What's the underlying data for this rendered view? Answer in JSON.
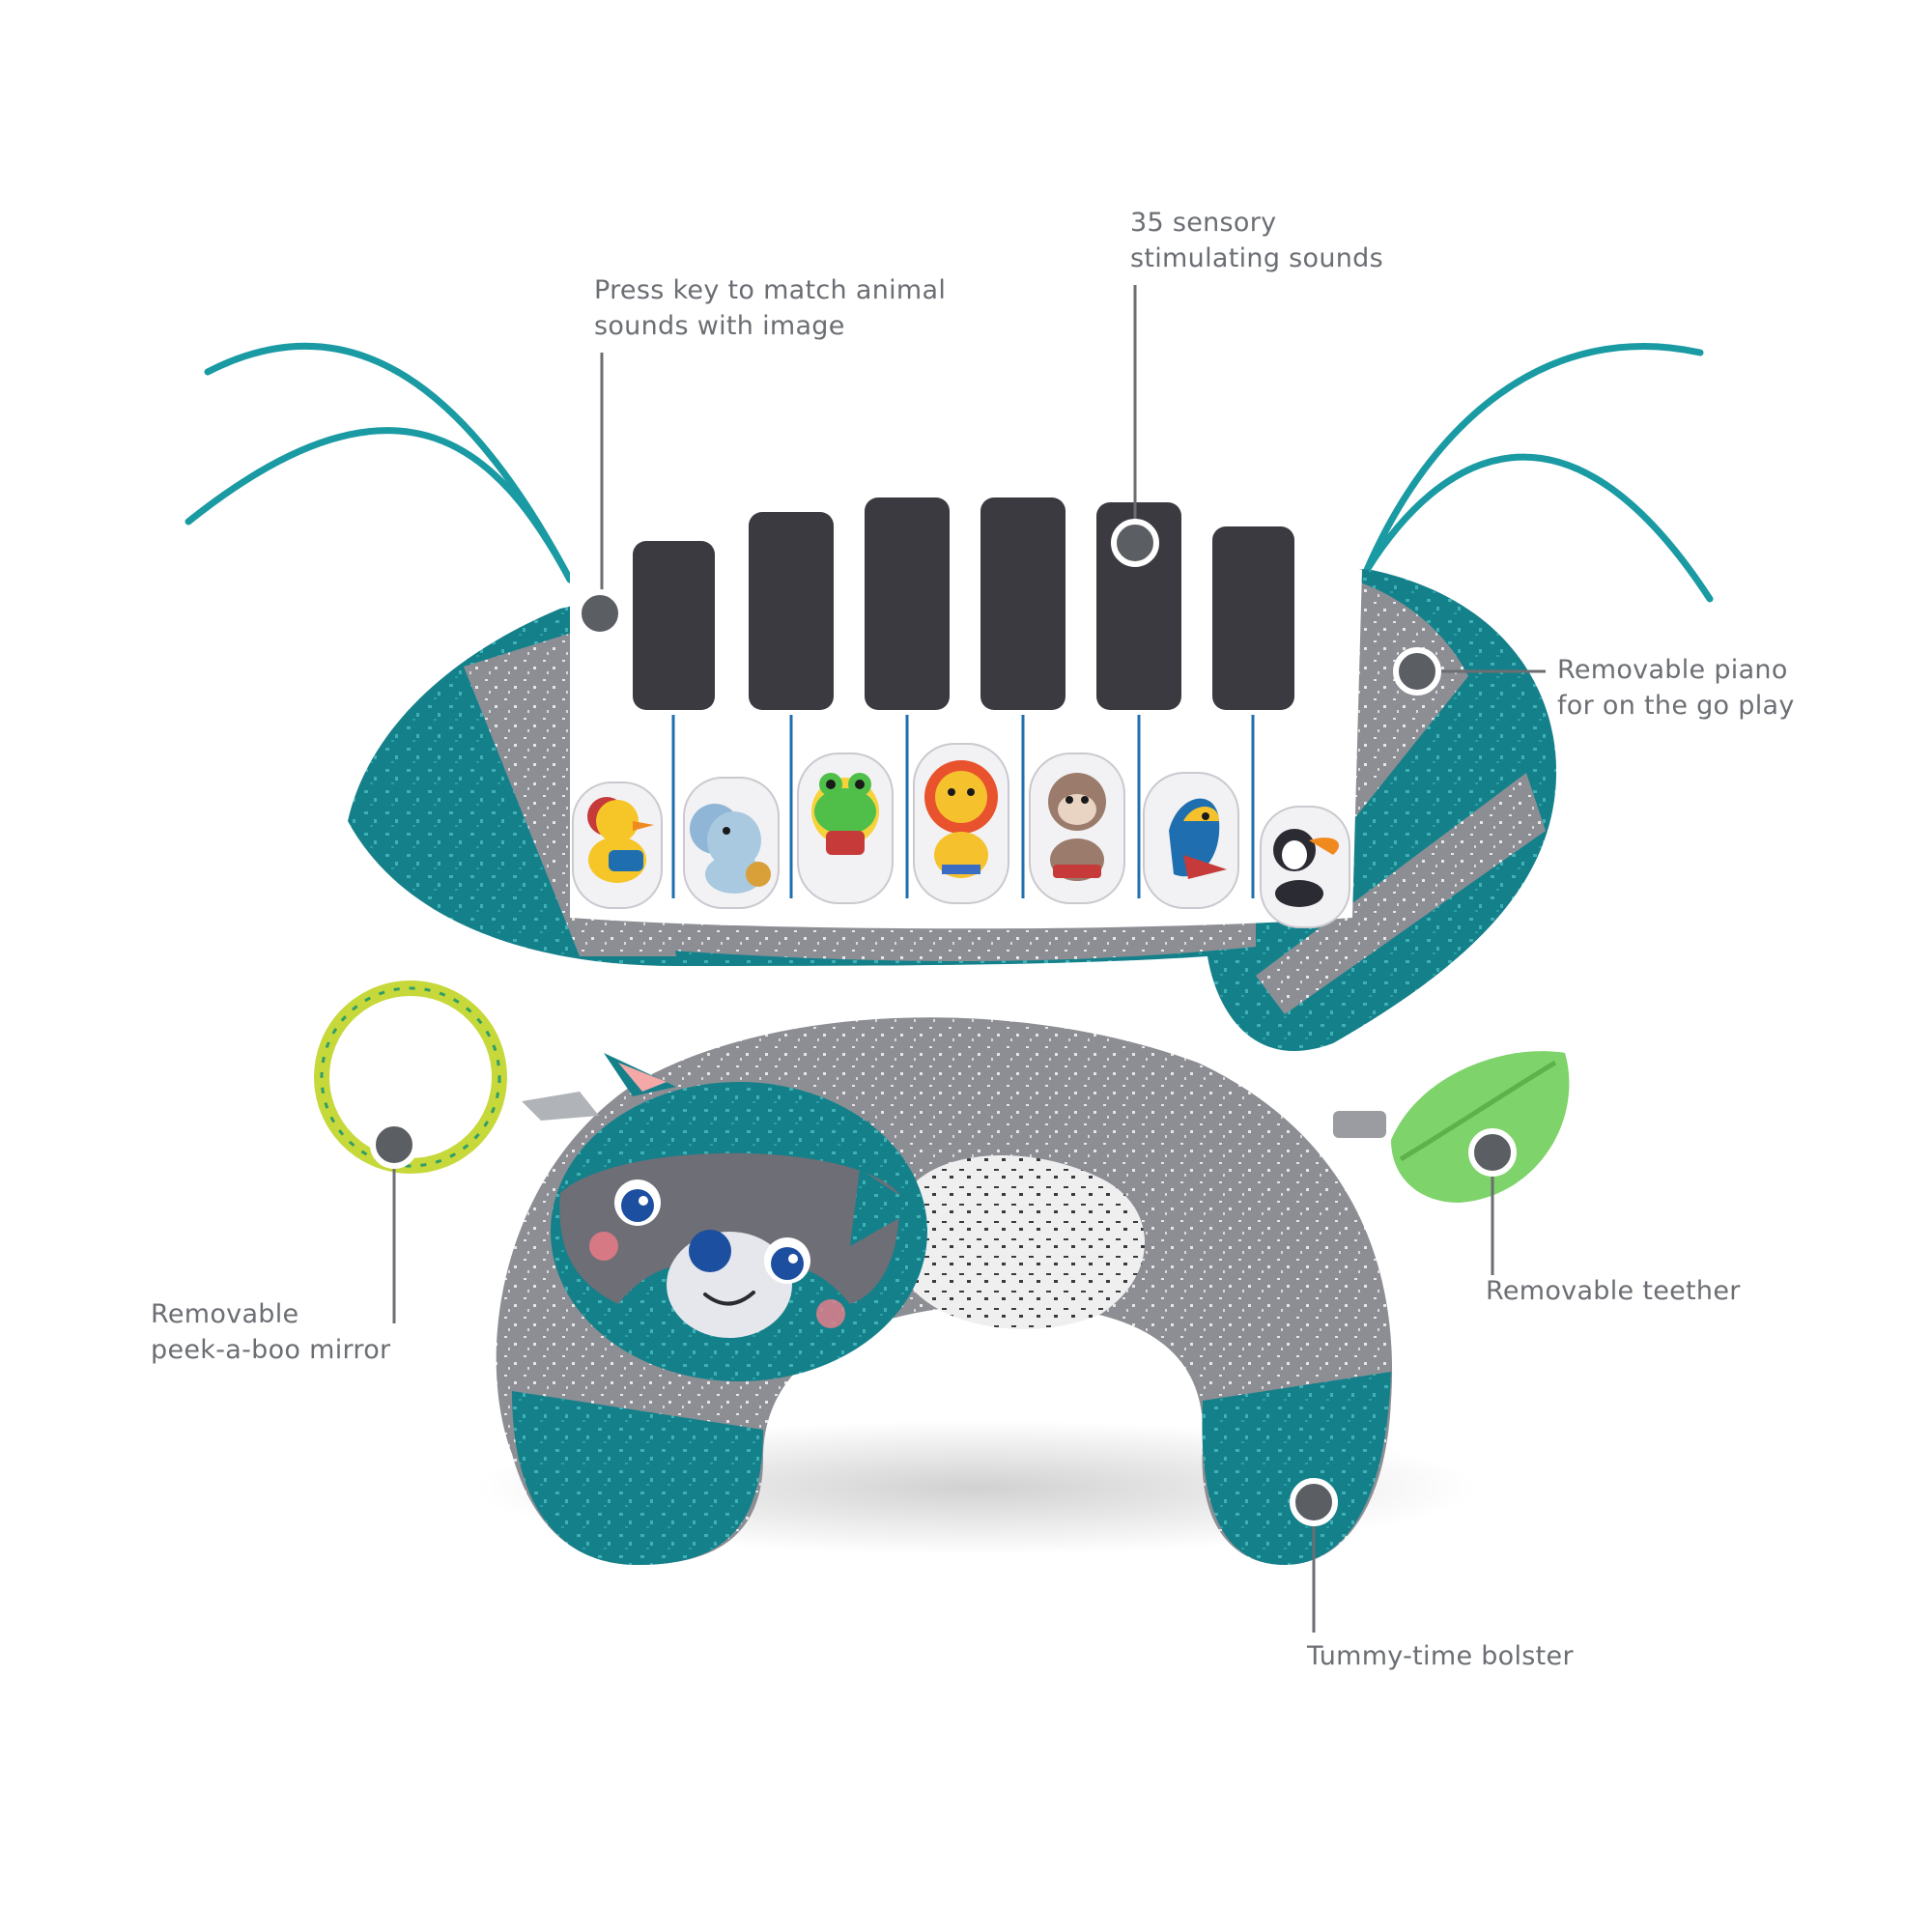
{
  "callouts": {
    "press_key": {
      "line1": "Press key to match animal",
      "line2": "sounds with image"
    },
    "sounds": {
      "line1": "35 sensory",
      "line2": "stimulating sounds"
    },
    "piano": {
      "line1": "Removable piano",
      "line2": "for on the go play"
    },
    "teether": {
      "line1": "Removable teether"
    },
    "mirror": {
      "line1": "Removable",
      "line2": "peek-a-boo mirror"
    },
    "bolster": {
      "line1": "Tummy-time bolster"
    }
  },
  "colors": {
    "teal": "#14808a",
    "teal_dark": "#0d6a73",
    "grey": "#8a8c92",
    "grey_light": "#a3a5aa",
    "piano_black": "#3b3a40",
    "leaf_green": "#7ed36a",
    "callout_dot": "#6b6e73",
    "ribbon": "#1a9aa3"
  },
  "icons": {
    "keys": [
      "duck-icon",
      "elephant-icon",
      "frog-icon",
      "lion-icon",
      "monkey-icon",
      "parrot-icon",
      "toucan-icon"
    ]
  }
}
